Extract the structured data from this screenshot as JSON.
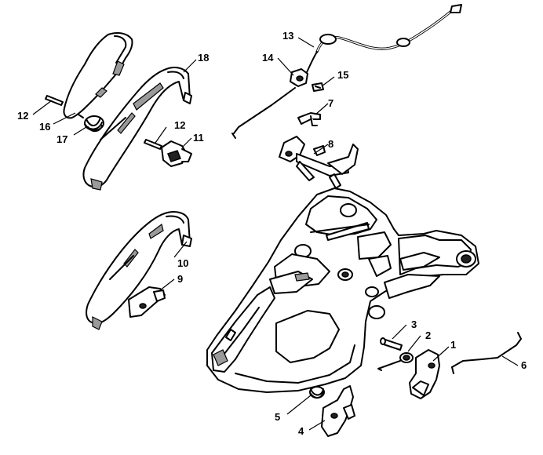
{
  "callouts": {
    "c1": "1",
    "c2": "2",
    "c3": "3",
    "c4": "4",
    "c5": "5",
    "c6": "6",
    "c7": "7",
    "c8": "8",
    "c9": "9",
    "c10": "10",
    "c11": "11",
    "c12a": "12",
    "c12b": "12",
    "c13": "13",
    "c14": "14",
    "c15": "15",
    "c16": "16",
    "c17": "17",
    "c18": "18"
  }
}
